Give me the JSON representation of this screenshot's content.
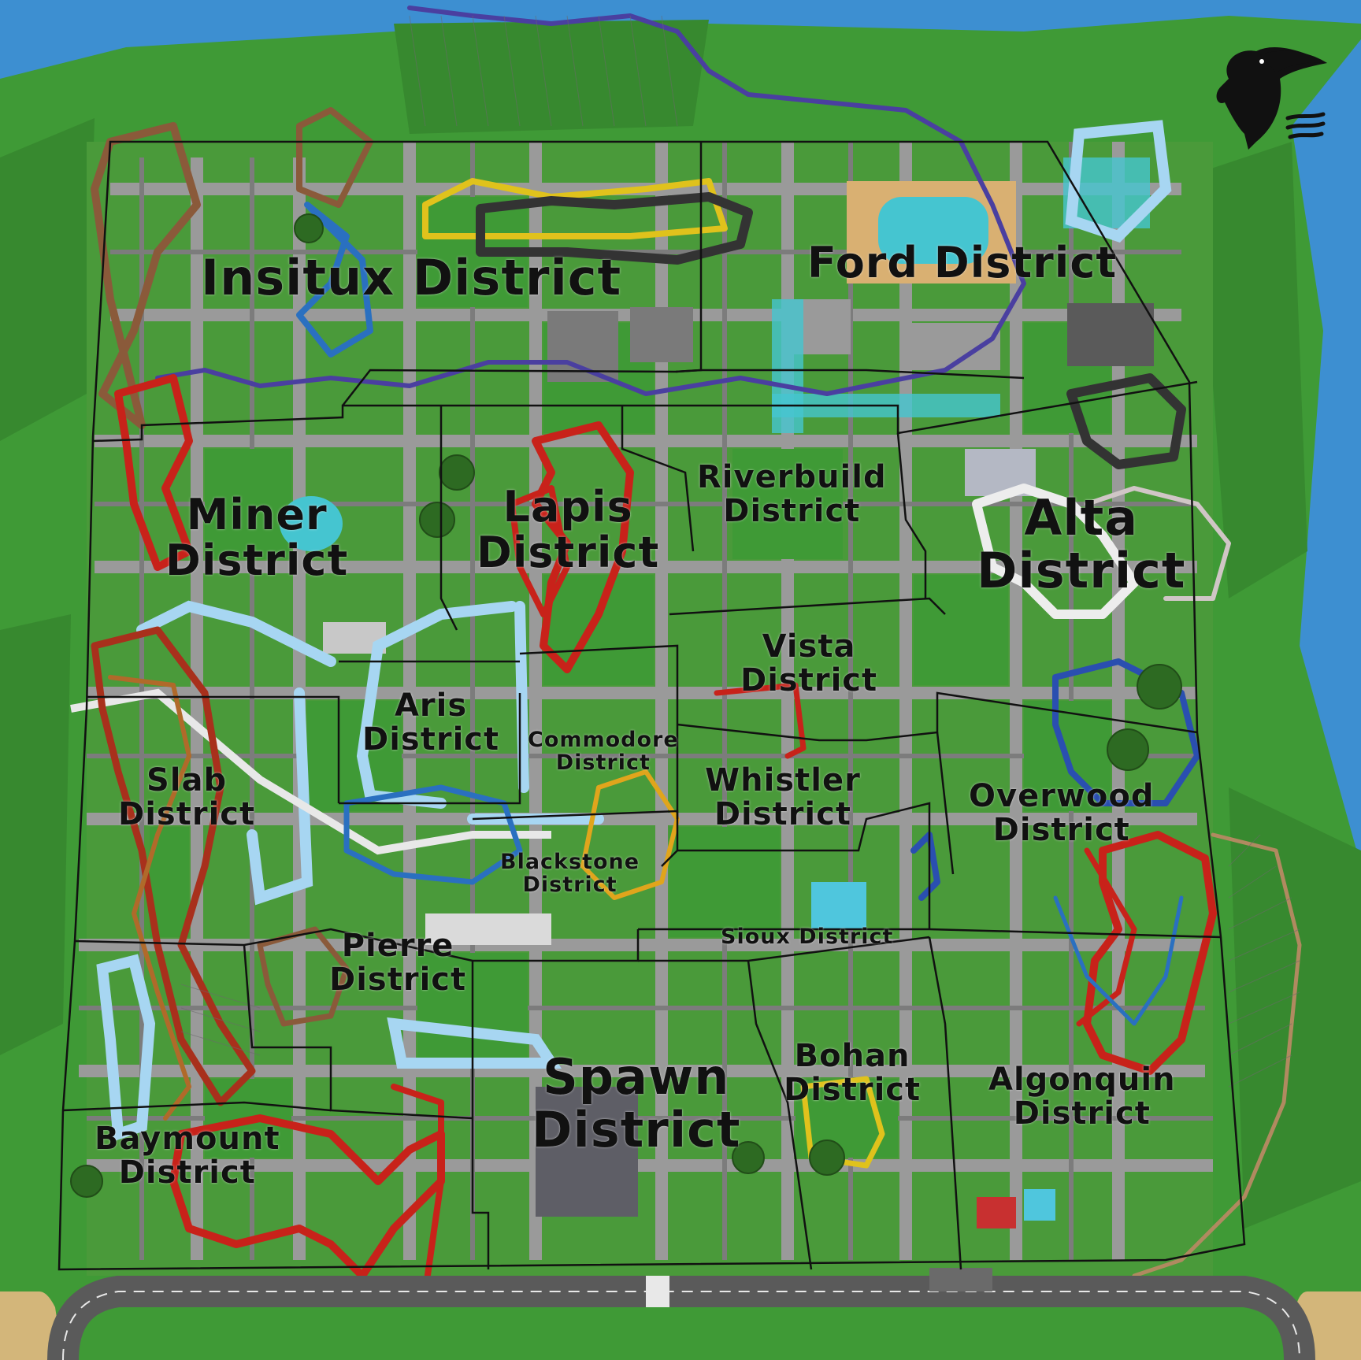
{
  "map": {
    "colors": {
      "water": "#3d8fd1",
      "grass": "#3f9a36",
      "grass_dark": "#2f7f2a",
      "path": "#8f8f8f",
      "beach": "#d3b67a",
      "highway": "#5a5a5a",
      "border": "#111111",
      "coaster_red": "#c8221a",
      "coaster_brown": "#8a5a3a",
      "coaster_blue": "#2a5fb8",
      "coaster_yellow": "#e0c21c",
      "waterslide": "#9fd0ee",
      "label_text": "#111111"
    },
    "logo": {
      "icon": "toucan-logo-icon"
    },
    "districts": [
      {
        "id": "insitux",
        "lines": [
          "Insitux District"
        ]
      },
      {
        "id": "ford",
        "lines": [
          "Ford District"
        ]
      },
      {
        "id": "miner",
        "lines": [
          "Miner",
          "District"
        ]
      },
      {
        "id": "lapis",
        "lines": [
          "Lapis",
          "District"
        ]
      },
      {
        "id": "riverbuild",
        "lines": [
          "Riverbuild",
          "District"
        ]
      },
      {
        "id": "alta",
        "lines": [
          "Alta",
          "District"
        ]
      },
      {
        "id": "vista",
        "lines": [
          "Vista",
          "District"
        ]
      },
      {
        "id": "aris",
        "lines": [
          "Aris",
          "District"
        ]
      },
      {
        "id": "commodore",
        "lines": [
          "Commodore",
          "District"
        ]
      },
      {
        "id": "slab",
        "lines": [
          "Slab",
          "District"
        ]
      },
      {
        "id": "whistler",
        "lines": [
          "Whistler",
          "District"
        ]
      },
      {
        "id": "overwood",
        "lines": [
          "Overwood",
          "District"
        ]
      },
      {
        "id": "blackstone",
        "lines": [
          "Blackstone",
          "District"
        ]
      },
      {
        "id": "sioux",
        "lines": [
          "Sioux District"
        ]
      },
      {
        "id": "pierre",
        "lines": [
          "Pierre",
          "District"
        ]
      },
      {
        "id": "bohan",
        "lines": [
          "Bohan",
          "District"
        ]
      },
      {
        "id": "spawn",
        "lines": [
          "Spawn",
          "District"
        ]
      },
      {
        "id": "algonquin",
        "lines": [
          "Algonquin",
          "District"
        ]
      },
      {
        "id": "baymount",
        "lines": [
          "Baymount",
          "District"
        ]
      }
    ]
  }
}
